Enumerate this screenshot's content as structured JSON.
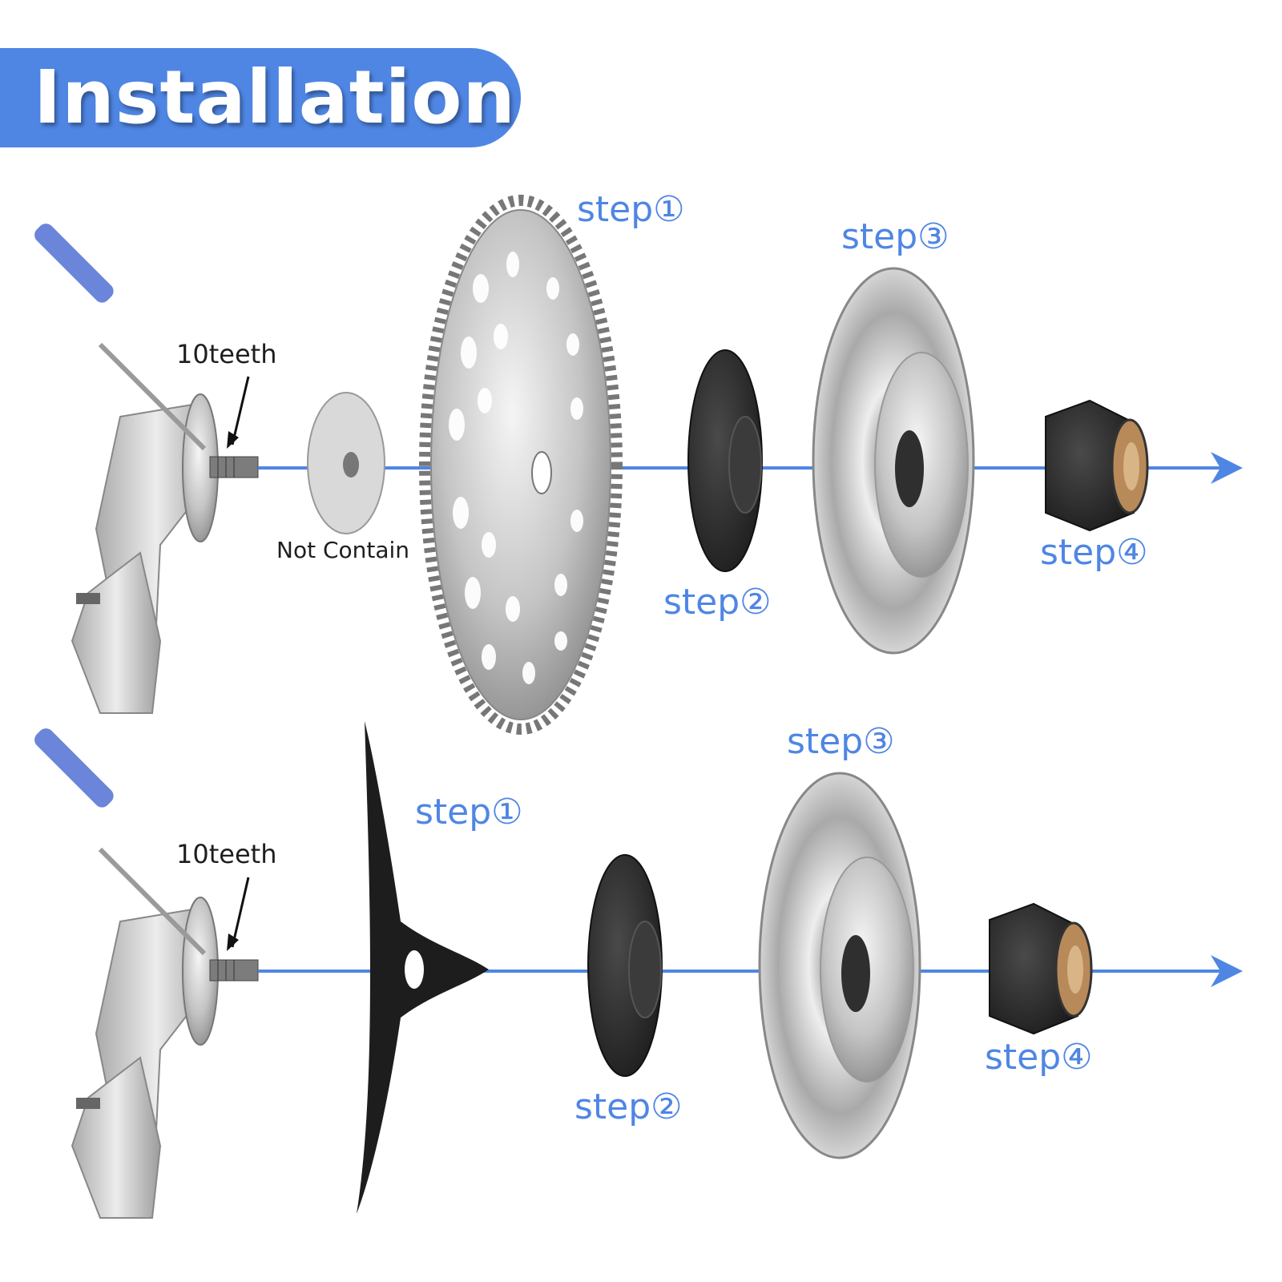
{
  "title": "Installation",
  "colors": {
    "accent": "#4f86e4",
    "banner_text": "#ffffff",
    "metal": "#c9c9c9",
    "dark_part": "#2a2a2a",
    "label_text": "#1e1e1e"
  },
  "top_assembly": {
    "gear_label": "10teeth",
    "washer_note": "Not Contain",
    "part_names": [
      "gear-head",
      "screwdriver",
      "inner-washer",
      "saw-blade",
      "blade-flange",
      "cup-guard",
      "lock-nut"
    ],
    "steps": [
      "step①",
      "step②",
      "step③",
      "step④"
    ]
  },
  "bottom_assembly": {
    "gear_label": "10teeth",
    "part_names": [
      "gear-head",
      "screwdriver",
      "three-tooth-blade",
      "blade-flange",
      "cup-guard",
      "lock-nut"
    ],
    "steps": [
      "step①",
      "step②",
      "step③",
      "step④"
    ]
  },
  "icons": [
    "screwdriver-icon",
    "gear-head-icon",
    "arrow-icon"
  ]
}
